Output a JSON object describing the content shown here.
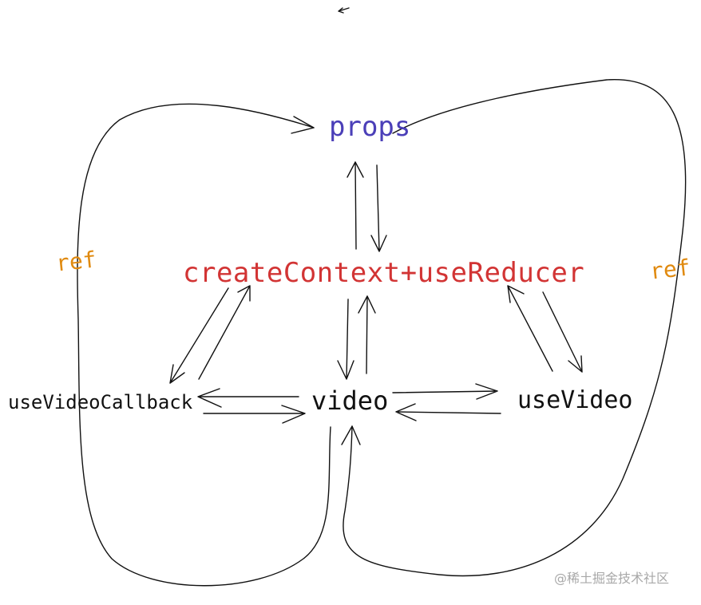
{
  "nodes": {
    "props": "props",
    "context": "createContext+useReducer",
    "ref_left": "ref",
    "ref_right": "ref",
    "use_video_callback": "useVideoCallback",
    "video": "video",
    "use_video": "useVideo"
  },
  "watermark": "@稀土掘金技术社区",
  "colors": {
    "props": "#4b3fb8",
    "context": "#d23434",
    "ref": "#e08a10",
    "text": "#111111",
    "lines": "#111111"
  }
}
